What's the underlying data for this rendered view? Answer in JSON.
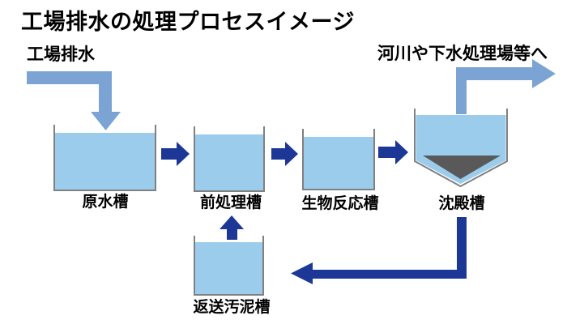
{
  "title": "工場排水の処理プロセスイメージ",
  "flow_labels": {
    "inflow": "工場排水",
    "outflow": "河川や下水処理場等へ"
  },
  "tanks": [
    {
      "name": "raw-water-tank",
      "label": "原水槽"
    },
    {
      "name": "pretreatment-tank",
      "label": "前処理槽"
    },
    {
      "name": "biological-reaction-tank",
      "label": "生物反応槽"
    },
    {
      "name": "sedimentation-tank",
      "label": "沈殿槽"
    },
    {
      "name": "return-sludge-tank",
      "label": "返送汚泥槽"
    }
  ],
  "colors": {
    "background": "#FFFFFF",
    "water": "#9BCCEC",
    "inflow_outflow_arrow": "#7BA4D4",
    "process_arrow": "#1C3796",
    "tank_border": "#808080",
    "sludge": "#595959",
    "text": "#000000"
  }
}
